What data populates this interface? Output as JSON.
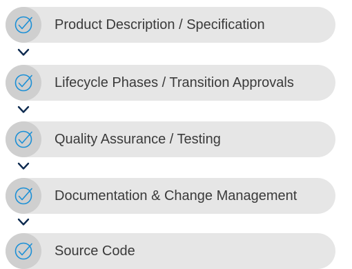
{
  "steps": [
    {
      "label": "Product Description / Specification",
      "icon": "check-circle-icon"
    },
    {
      "label": "Lifecycle Phases / Transition Approvals",
      "icon": "check-circle-icon"
    },
    {
      "label": "Quality Assurance / Testing",
      "icon": "check-circle-icon"
    },
    {
      "label": "Documentation & Change Management",
      "icon": "check-circle-icon"
    },
    {
      "label": "Source Code",
      "icon": "check-circle-icon"
    }
  ],
  "connector_icon": "chevron-down-icon",
  "colors": {
    "pill": "#e6e6e6",
    "badge": "#cfcfcf",
    "check": "#1a8fd6",
    "text": "#3a3a3a",
    "chevron": "#0d2a4f"
  }
}
